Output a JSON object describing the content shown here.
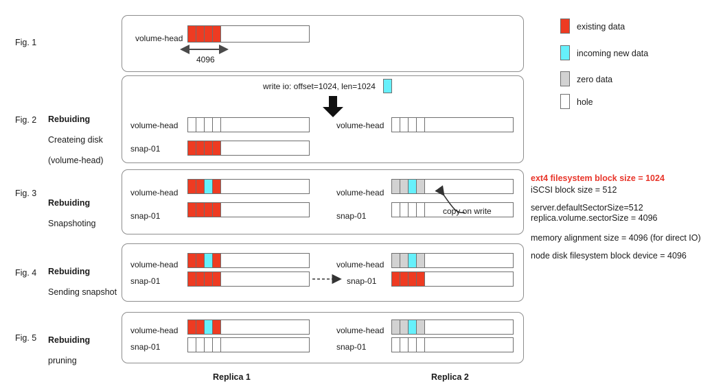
{
  "figures": [
    {
      "id": "Fig. 1",
      "caption_bold": "",
      "caption_rest": "",
      "bars": [
        {
          "side": "left",
          "label": "volume-head",
          "cells": [
            "red",
            "red",
            "red",
            "red"
          ]
        }
      ],
      "measure_label": "4096"
    },
    {
      "id": "Fig. 2",
      "caption_bold": "Rebuiding",
      "caption_rest": "Createing disk\n(volume-head)",
      "io_text": "write io: offset=1024, len=1024",
      "bars": [
        {
          "side": "left",
          "label": "volume-head",
          "cells": [
            "hole",
            "hole",
            "hole",
            "hole"
          ]
        },
        {
          "side": "left",
          "label": "snap-01",
          "cells": [
            "red",
            "red",
            "red",
            "red"
          ]
        },
        {
          "side": "right",
          "label": "volume-head",
          "cells": [
            "hole",
            "hole",
            "hole",
            "hole"
          ]
        }
      ]
    },
    {
      "id": "Fig. 3",
      "caption_bold": "Rebuiding",
      "caption_rest": "Snapshoting",
      "annotation": "copy on write",
      "bars": [
        {
          "side": "left",
          "label": "volume-head",
          "cells": [
            "red",
            "red",
            "cyan",
            "red"
          ]
        },
        {
          "side": "left",
          "label": "snap-01",
          "cells": [
            "red",
            "red",
            "red",
            "red"
          ]
        },
        {
          "side": "right",
          "label": "volume-head",
          "cells": [
            "gray",
            "gray",
            "cyan",
            "gray"
          ]
        },
        {
          "side": "right",
          "label": "snap-01",
          "cells": [
            "hole",
            "hole",
            "hole",
            "hole"
          ]
        }
      ]
    },
    {
      "id": "Fig. 4",
      "caption_bold": "Rebuiding",
      "caption_rest": "Sending snapshot",
      "bars": [
        {
          "side": "left",
          "label": "volume-head",
          "cells": [
            "red",
            "red",
            "cyan",
            "red"
          ]
        },
        {
          "side": "left",
          "label": "snap-01",
          "cells": [
            "red",
            "red",
            "red",
            "red"
          ]
        },
        {
          "side": "right",
          "label": "volume-head",
          "cells": [
            "gray",
            "gray",
            "cyan",
            "gray"
          ]
        },
        {
          "side": "right",
          "label": "snap-01",
          "cells": [
            "red",
            "red",
            "red",
            "red"
          ]
        }
      ]
    },
    {
      "id": "Fig. 5",
      "caption_bold": "Rebuiding",
      "caption_rest": "pruning",
      "bars": [
        {
          "side": "left",
          "label": "volume-head",
          "cells": [
            "red",
            "red",
            "cyan",
            "red"
          ]
        },
        {
          "side": "left",
          "label": "snap-01",
          "cells": [
            "hole",
            "hole",
            "hole",
            "hole"
          ]
        },
        {
          "side": "right",
          "label": "volume-head",
          "cells": [
            "gray",
            "gray",
            "cyan",
            "gray"
          ]
        },
        {
          "side": "right",
          "label": "snap-01",
          "cells": [
            "hole",
            "hole",
            "hole",
            "hole"
          ]
        }
      ]
    }
  ],
  "fig1": {
    "id": "Fig. 1",
    "bar_label": "volume-head",
    "measure": "4096"
  },
  "fig2": {
    "id": "Fig. 2",
    "title": "Rebuiding",
    "subtitle_line1": "Createing disk",
    "subtitle_line2": "(volume-head)",
    "io_text": "write io: offset=1024, len=1024",
    "label_vh_left": "volume-head",
    "label_snap_left": "snap-01",
    "label_vh_right": "volume-head"
  },
  "fig3": {
    "id": "Fig. 3",
    "title": "Rebuiding",
    "subtitle": "Snapshoting",
    "label_vh_left": "volume-head",
    "label_snap_left": "snap-01",
    "label_vh_right": "volume-head",
    "label_snap_right": "snap-01",
    "cow": "copy on write"
  },
  "fig4": {
    "id": "Fig. 4",
    "title": "Rebuiding",
    "subtitle": "Sending snapshot",
    "label_vh_left": "volume-head",
    "label_snap_left": "snap-01",
    "label_vh_right": "volume-head",
    "label_snap_right": "snap-01"
  },
  "fig5": {
    "id": "Fig. 5",
    "title": "Rebuiding",
    "subtitle": "pruning",
    "label_vh_left": "volume-head",
    "label_snap_left": "snap-01",
    "label_vh_right": "volume-head",
    "label_snap_right": "snap-01"
  },
  "footer": {
    "replica1": "Replica 1",
    "replica2": "Replica 2"
  },
  "legend": {
    "items": [
      {
        "label": "existing data",
        "color": "#ee3b22",
        "key": "existing-data"
      },
      {
        "label": "incoming new data",
        "color": "#66f0fb",
        "key": "incoming-new-data"
      },
      {
        "label": "zero data",
        "color": "#d2d2d2",
        "key": "zero-data"
      },
      {
        "label": "hole",
        "color": "#ffffff",
        "key": "hole"
      }
    ]
  },
  "notes": {
    "line1": "ext4 filesystem block size = 1024",
    "line2": "iSCSI block size = 512",
    "line3": "server.defaultSectorSize=512",
    "line4": "replica.volume.sectorSize = 4096",
    "line5": "memory alignment size = 4096 (for direct IO)",
    "line6": "node disk filesystem block device = 4096"
  },
  "colors": {
    "existing": "#ee3b22",
    "incoming": "#66f0fb",
    "zero": "#d2d2d2",
    "hole": "#ffffff",
    "highlight": "#e8352a",
    "panel_border": "#8d8d8d",
    "bar_border": "#6e6e6e"
  }
}
